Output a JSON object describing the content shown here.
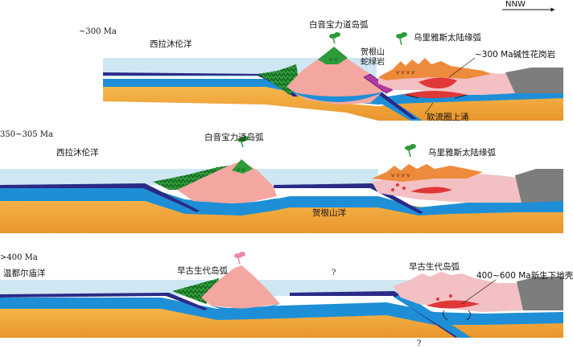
{
  "compass": {
    "label": "NNW"
  },
  "panels": [
    {
      "age": "~300 Ma",
      "labels": {
        "ocean": "西拉沐伦洋",
        "arc": "白音宝力道岛弧",
        "ophiolite_1": "贺根山",
        "ophiolite_2": "蛇绿岩",
        "continental_arc": "乌里雅斯太陆缘弧",
        "granite": "~300 Ma碱性花岗岩",
        "upwelling": "软流圈上涌"
      }
    },
    {
      "age": "350~305 Ma",
      "labels": {
        "ocean": "西拉沐伦洋",
        "arc": "白音宝力道岛弧",
        "continental_arc": "乌里雅斯太陆缘弧",
        "hegenshan_ocean": "贺根山洋"
      }
    },
    {
      "age": ">400 Ma",
      "labels": {
        "ocean": "温都尔庙洋",
        "arc_left": "早古生代岛弧",
        "question_top": "?",
        "arc_right": "早古生代岛弧",
        "crust": "400~600 Ma新生下地壳",
        "question_bottom": "?"
      }
    }
  ],
  "colors": {
    "sea": "#cfe7f3",
    "oceanic_crust": "#2b2a86",
    "lithosphere": "#1e8fd6",
    "mantle": "#f2a33a",
    "mantle_light": "#f7c86a",
    "arc_body": "#f4a7a1",
    "accretion": "#2e9a3a",
    "continental_crust": "#f3c0c4",
    "upper_crust": "#ee8a3c",
    "granite": "#e03737",
    "basement": "#7d7d7d",
    "ophiolite": "#b03aa0"
  }
}
